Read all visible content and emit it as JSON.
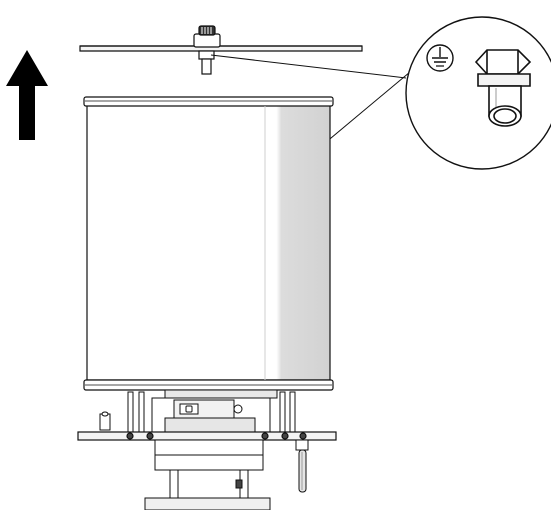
{
  "diagram": {
    "kind": "technical-assembly-illustration",
    "lift_direction": "up",
    "callout_detail": "ground-terminal-bolt",
    "callout_symbol": "ground-symbol-icon",
    "colors": {
      "line": "#111111",
      "fill": "#ffffff",
      "shade": "#d9d9d9",
      "arrow": "#000000"
    }
  }
}
